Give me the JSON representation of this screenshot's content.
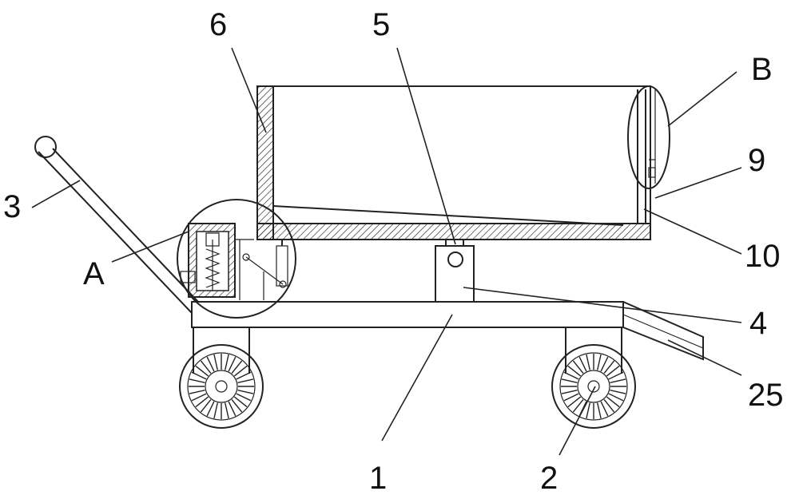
{
  "labels": {
    "l1": "1",
    "l2": "2",
    "l3": "3",
    "l4": "4",
    "l5": "5",
    "l6": "6",
    "l9": "9",
    "l10": "10",
    "l25": "25",
    "lA": "A",
    "lB": "B"
  },
  "colors": {
    "line": "#222222",
    "background": "#ffffff"
  }
}
